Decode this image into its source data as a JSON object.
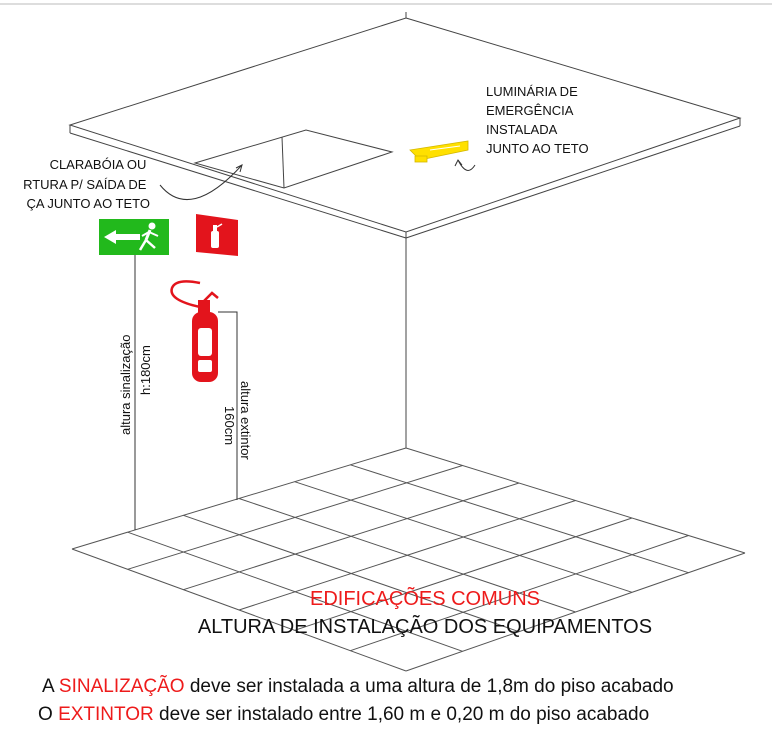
{
  "labels": {
    "skylight": [
      "CLARABÓIA OU",
      "RTURA P/ SAÍDA DE",
      "ÇA JUNTO AO TETO"
    ],
    "luminaire": [
      "LUMINÁRIA DE",
      "EMERGÊNCIA",
      "INSTALADA",
      "JUNTO AO TETO"
    ],
    "sign_height": [
      "altura sinalização",
      "h:180cm"
    ],
    "extinguisher_height": [
      "altura extintor",
      "160cm"
    ]
  },
  "caption": {
    "title": "EDIFICAÇÕES COMUNS",
    "subtitle": "ALTURA DE INSTALAÇÃO DOS EQUIPAMENTOS"
  },
  "notes": {
    "line1": {
      "prefix": "A ",
      "highlight": "SINALIZAÇÃO",
      "suffix": " deve ser instalada a uma altura de 1,8m do piso acabado"
    },
    "line2": {
      "prefix": "O ",
      "highlight": "EXTINTOR",
      "suffix": " deve ser instalado entre 1,60 m e 0,20 m do piso acabado"
    }
  },
  "colors": {
    "title_red": "#ee1b1b",
    "exit_green": "#22b91c",
    "extinguisher_red": "#e3141c",
    "luminaire_yellow": "#ffe000"
  },
  "icons": [
    "exit-sign-icon",
    "running-man-icon",
    "fire-extinguisher-sign-icon",
    "fire-extinguisher-icon",
    "emergency-luminaire-icon"
  ]
}
